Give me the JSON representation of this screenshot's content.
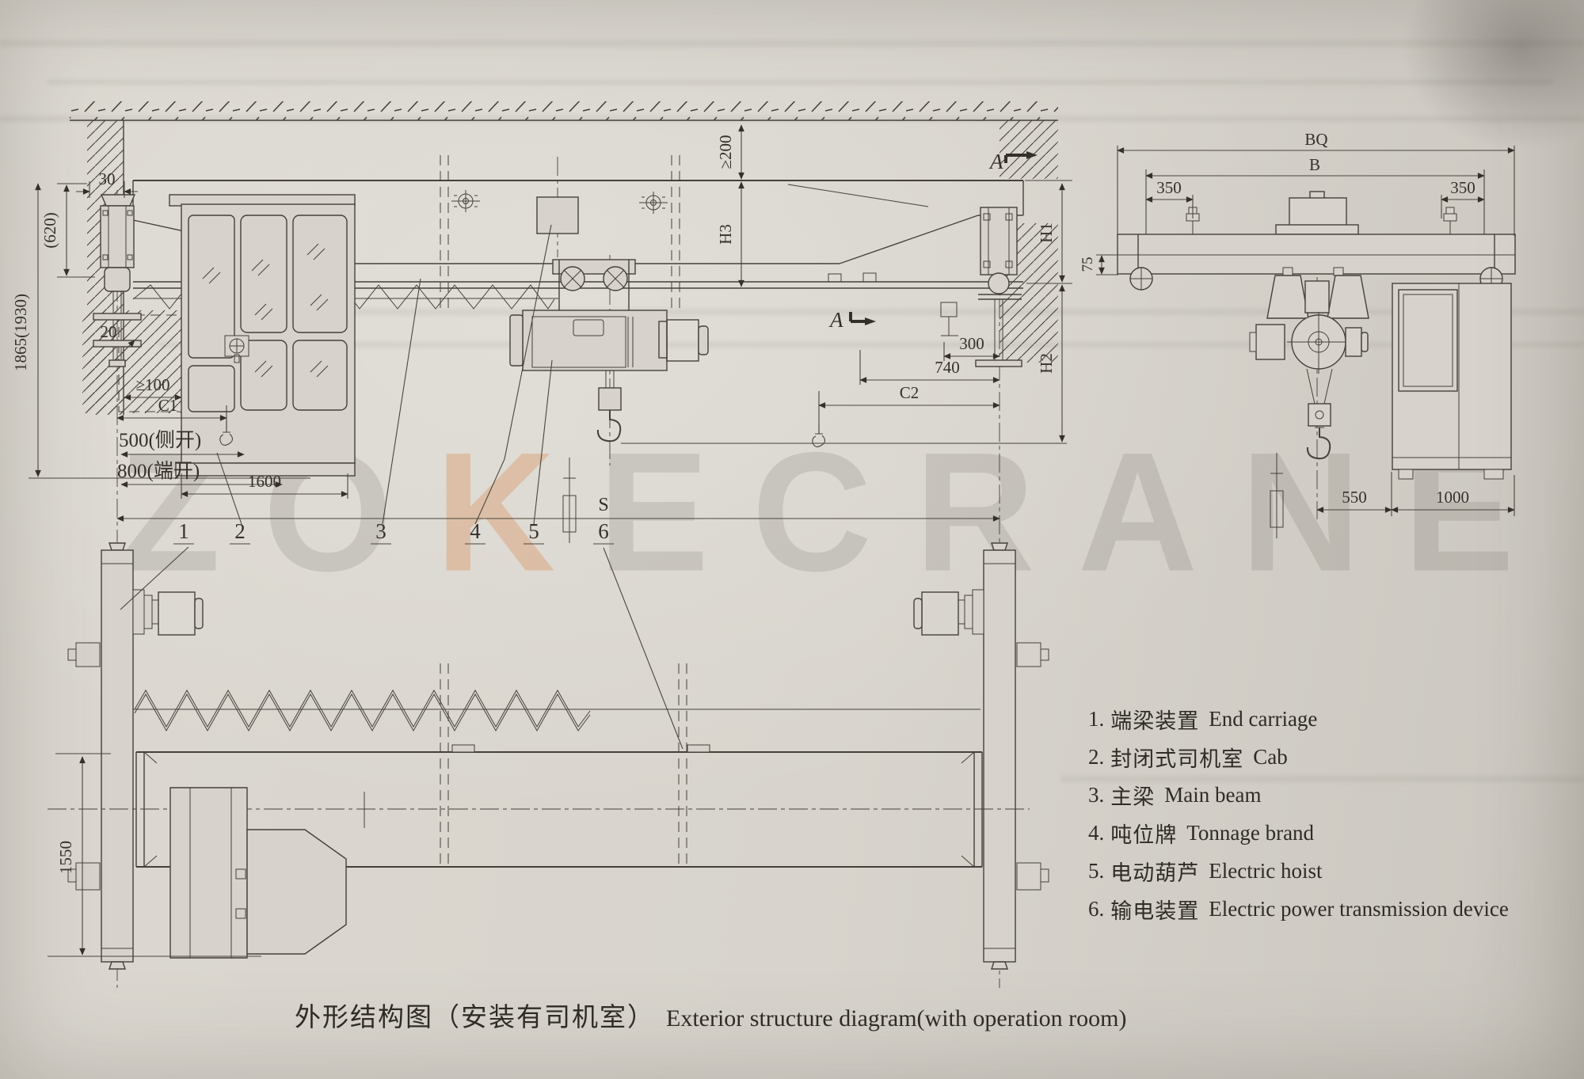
{
  "watermark": {
    "pre": "ZO",
    "k": "K",
    "post": "ECRANE"
  },
  "caption": {
    "zh": "外形结构图（安装有司机室）",
    "en": "Exterior structure diagram(with operation room)"
  },
  "legend": {
    "items": [
      {
        "num": "1.",
        "zh": "端梁装置",
        "en": "End carriage"
      },
      {
        "num": "2.",
        "zh": "封闭式司机室",
        "en": "Cab"
      },
      {
        "num": "3.",
        "zh": "主梁",
        "en": "Main beam"
      },
      {
        "num": "4.",
        "zh": "吨位牌",
        "en": "Tonnage brand"
      },
      {
        "num": "5.",
        "zh": "电动葫芦",
        "en": "Electric hoist"
      },
      {
        "num": "6.",
        "zh": "输电装置",
        "en": "Electric power transmission device"
      }
    ]
  },
  "front_view": {
    "dim_30": "30",
    "dim_620": "(620)",
    "dim_1865": "1865(1930)",
    "dim_20": "20",
    "dim_ge100": "≥100",
    "dim_c1": "C1",
    "dim_500": "500(侧开)",
    "dim_800": "800(端开)",
    "dim_1600": "1600",
    "dim_ge200": "≥200",
    "dim_h3": "H3",
    "dim_300": "300",
    "dim_740": "740",
    "dim_c2": "C2",
    "dim_h1": "H1",
    "dim_h2": "H2",
    "dim_s": "S",
    "section_a_top": "A",
    "section_a_bottom": "A"
  },
  "side_view": {
    "dim_bq": "BQ",
    "dim_b": "B",
    "dim_350_left": "350",
    "dim_350_right": "350",
    "dim_75": "75",
    "dim_550": "550",
    "dim_1000": "1000"
  },
  "plan_view": {
    "dim_1550": "1550",
    "callout_1": "1",
    "callout_2": "2",
    "callout_3": "3",
    "callout_4": "4",
    "callout_5": "5",
    "callout_6": "6"
  }
}
